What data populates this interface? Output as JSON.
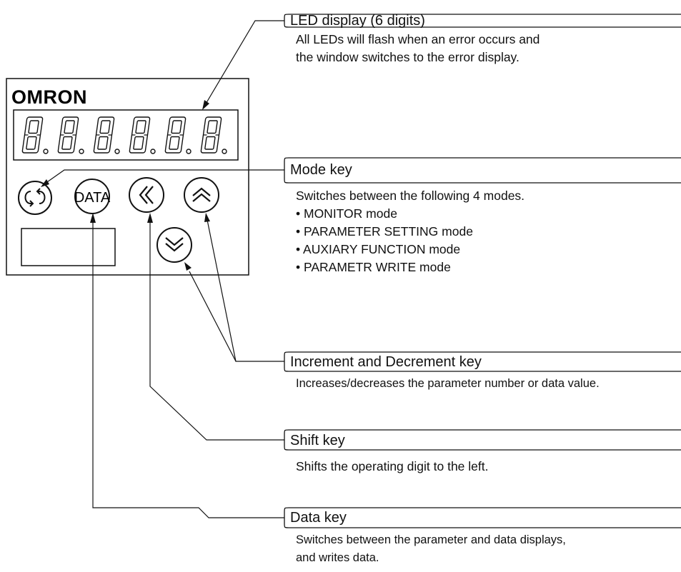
{
  "brand": {
    "logo_text": "OMRON"
  },
  "display": {
    "digits": [
      "8.",
      "8.",
      "8.",
      "8.",
      "8.",
      "8."
    ]
  },
  "keys": {
    "mode_icon": "mode-cycle-arrows-icon",
    "data_label": "DATA",
    "shift_icon": "double-chevron-left-icon",
    "increment_icon": "double-chevron-up-icon",
    "decrement_icon": "double-chevron-down-icon"
  },
  "callouts": {
    "led": {
      "title": "LED display (6 digits)",
      "lines": [
        "All LEDs will flash when an error occurs and",
        "the window switches to the error display."
      ]
    },
    "mode": {
      "title": "Mode key",
      "lines": [
        "Switches between the following 4 modes.",
        "• MONITOR mode",
        "• PARAMETER SETTING mode",
        "• AUXIARY FUNCTION mode",
        "• PARAMETR WRITE mode"
      ]
    },
    "incdec": {
      "title": "Increment and Decrement key",
      "lines": [
        "Increases/decreases the parameter number or data value."
      ]
    },
    "shift": {
      "title": "Shift key",
      "lines": [
        "Shifts the operating digit to the left."
      ]
    },
    "data": {
      "title": "Data key",
      "lines": [
        "Switches between the parameter and data displays,",
        "and writes data."
      ]
    }
  }
}
